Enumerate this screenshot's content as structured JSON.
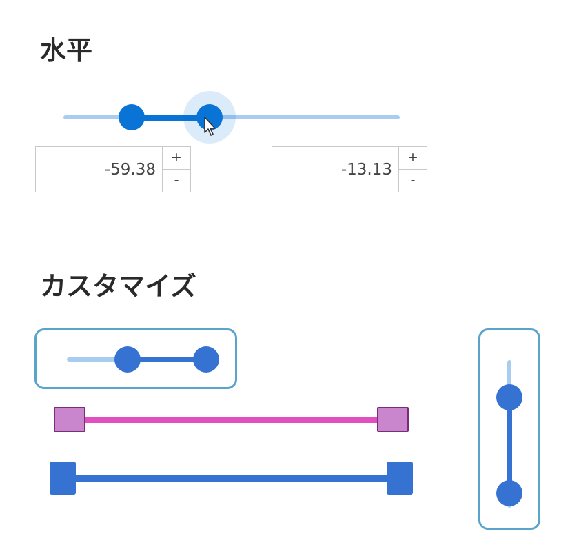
{
  "sections": {
    "horizontal_title": "水平",
    "custom_title": "カスタマイズ"
  },
  "horizontal_slider": {
    "min": -100,
    "max": 100,
    "low": -59.38,
    "high": -13.13,
    "low_text": "-59.38",
    "high_text": "-13.13",
    "increment_label": "+",
    "decrement_label": "-"
  },
  "custom_sliders": {
    "boxed_horizontal": {
      "min": 0,
      "max": 100,
      "low": 40,
      "high": 92
    },
    "pink_square": {
      "min": 0,
      "max": 100,
      "low": 0,
      "high": 100
    },
    "blue_square": {
      "min": 0,
      "max": 100,
      "low": 0,
      "high": 100
    },
    "vertical": {
      "min": 0,
      "max": 100,
      "low": 10,
      "high": 75
    }
  },
  "colors": {
    "accent": "#0a74d6",
    "rail": "#a9cdf0",
    "custom_blue": "#3572d1",
    "pink_track": "#e24fbf",
    "pink_thumb": "#c986cc",
    "pink_thumb_border": "#7a2c7c",
    "box_border": "#5aa3cb"
  },
  "icons": {
    "cursor": "mouse-pointer-icon"
  }
}
